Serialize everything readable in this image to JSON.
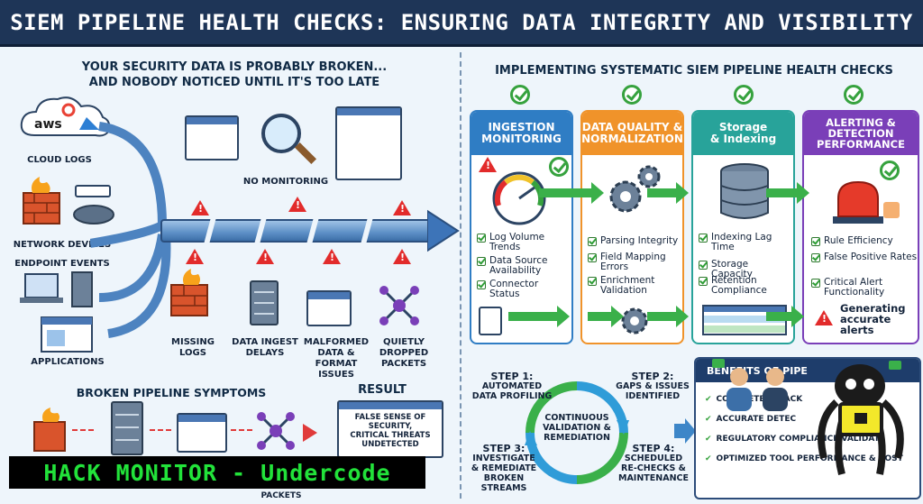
{
  "title": "SIEM PIPELINE HEALTH CHECKS: ENSURING DATA INTEGRITY AND VISIBILITY",
  "left": {
    "subtitle_line1": "YOUR SECURITY DATA IS PROBABLY BROKEN...",
    "subtitle_line2": "AND NOBODY NOTICED UNTIL IT'S TOO LATE",
    "sources": {
      "cloud_logs": "CLOUD LOGS",
      "aws": "aws",
      "network_devices": "NETWORK DEVICES",
      "endpoint_events": "ENDPOINT EVENTS",
      "applications": "APPLICATIONS"
    },
    "no_monitoring": "NO MONITORING",
    "issues": [
      {
        "line1": "MISSING",
        "line2": "LOGS",
        "line3": ""
      },
      {
        "line1": "DATA INGEST",
        "line2": "DELAYS",
        "line3": ""
      },
      {
        "line1": "MALFORMED",
        "line2": "DATA & FORMAT",
        "line3": "ISSUES"
      },
      {
        "line1": "QUIETLY",
        "line2": "DROPPED",
        "line3": "PACKETS"
      }
    ],
    "symptoms_title": "BROKEN PIPELINE SYMPTOMS",
    "result_title": "RESULT",
    "result_text_1": "FALSE SENSE OF SECURITY,",
    "result_text_2": "CRITICAL THREATS",
    "result_text_3": "UNDETECTED",
    "packets_fragment": "PACKETS"
  },
  "right": {
    "subtitle": "IMPLEMENTING SYSTEMATIC SIEM PIPELINE HEALTH CHECKS",
    "columns": [
      {
        "head_1": "INGESTION",
        "head_2": "MONITORING",
        "head_3": "",
        "color": "#2f7dc4",
        "items": [
          "Log Volume Trends",
          "Data Source Availability",
          "Connector Status"
        ]
      },
      {
        "head_1": "DATA QUALITY &",
        "head_2": "NORMALIZATION",
        "head_3": "",
        "color": "#f0932a",
        "items": [
          "Parsing Integrity",
          "Field Mapping Errors",
          "Enrichment Validation"
        ]
      },
      {
        "head_1": "Storage",
        "head_2": "& Indexing",
        "head_3": "",
        "color": "#28a39a",
        "items": [
          "Indexing Lag Time",
          "Storage Capacity",
          "Retention Compliance"
        ]
      },
      {
        "head_1": "ALERTING &",
        "head_2": "DETECTION",
        "head_3": "PERFORMANCE",
        "color": "#7a3fb8",
        "items": [
          "Rule Efficiency",
          "False Positive Rates",
          "Critical Alert Functionality"
        ],
        "alert_note": "Generating accurate alerts"
      }
    ],
    "cycle": {
      "center_1": "CONTINUOUS",
      "center_2": "VALIDATION &",
      "center_3": "REMEDIATION",
      "steps": [
        {
          "title": "STEP 1:",
          "line1": "AUTOMATED",
          "line2": "DATA PROFILING",
          "line3": ""
        },
        {
          "title": "STEP 2:",
          "line1": "GAPS & ISSUES",
          "line2": "IDENTIFIED",
          "line3": ""
        },
        {
          "title": "STEP 3:",
          "line1": "INVESTIGATE",
          "line2": "& REMEDIATE",
          "line3": "BROKEN STREAMS"
        },
        {
          "title": "STEP 4:",
          "line1": "SCHEDULED",
          "line2": "RE-CHECKS &",
          "line3": "MAINTENANCE"
        }
      ]
    },
    "benefits": {
      "title": "BENEFITS OF PIPE",
      "items": [
        "COMPLETE ATTACK",
        "ACCURATE DETEC",
        "REGULATORY COMPLIANCE VALIDATI",
        "OPTIMIZED TOOL PERFORMANCE & COST"
      ]
    }
  },
  "watermark": "HACK MONITOR - Undercode",
  "colors": {
    "header": "#1e3557",
    "green": "#36a23e",
    "red": "#e22b2b"
  }
}
